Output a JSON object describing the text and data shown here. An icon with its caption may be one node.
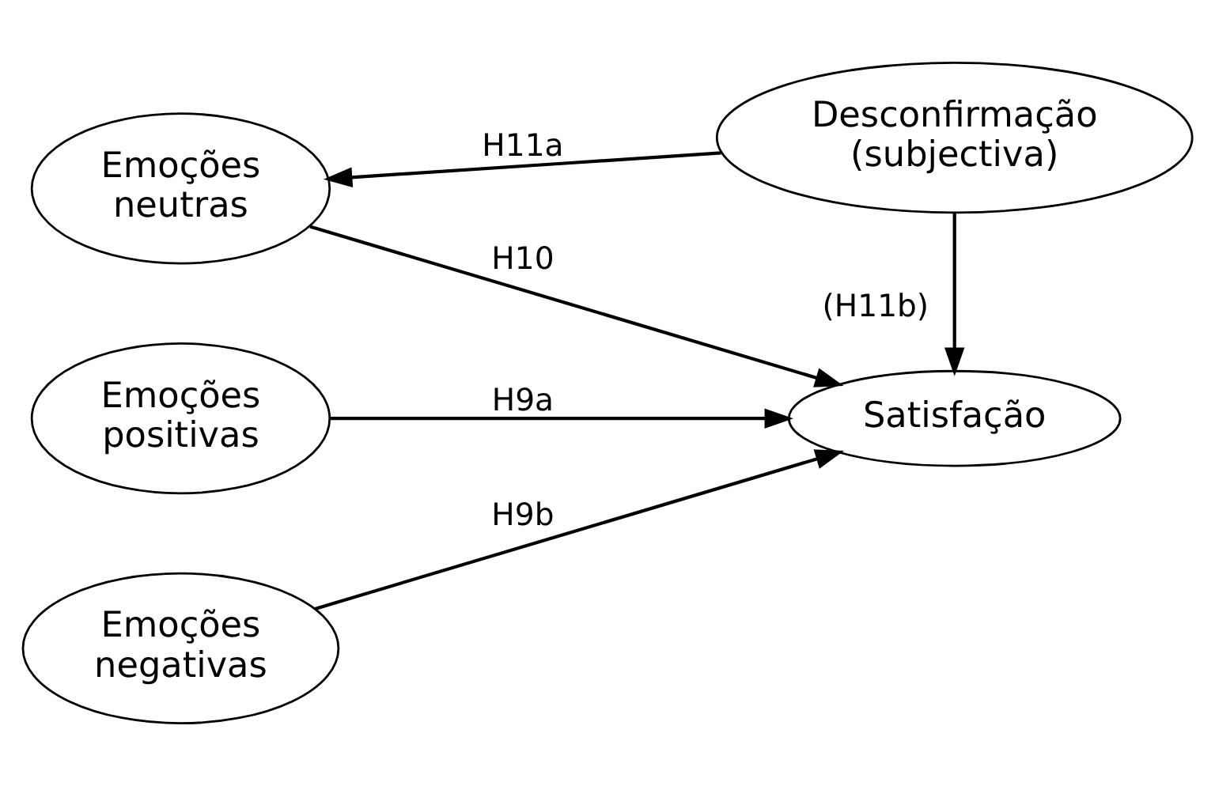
{
  "diagram": {
    "nodes": [
      {
        "text": [
          "Desconfirmação (subjectiva)"
        ]
      },
      {
        "text": [
          "Emoções neutras"
        ]
      },
      {
        "text": [
          "Emoções positivas"
        ]
      },
      {
        "text": [
          "Satisfação"
        ]
      },
      {
        "text": [
          "Emoções negativas"
        ]
      }
    ],
    "edges": [
      {
        "from": 0,
        "to": 1,
        "arrow": "to",
        "label": "H11a"
      },
      {
        "from": 1,
        "to": 3,
        "arrow": "to",
        "label": "H10"
      },
      {
        "from": 0,
        "to": 3,
        "arrow": "to",
        "label": "(H11b)"
      },
      {
        "from": 2,
        "to": 3,
        "arrow": "to",
        "label": "H9a"
      },
      {
        "from": 4,
        "to": 3,
        "arrow": "to",
        "label": "H9b"
      }
    ]
  }
}
